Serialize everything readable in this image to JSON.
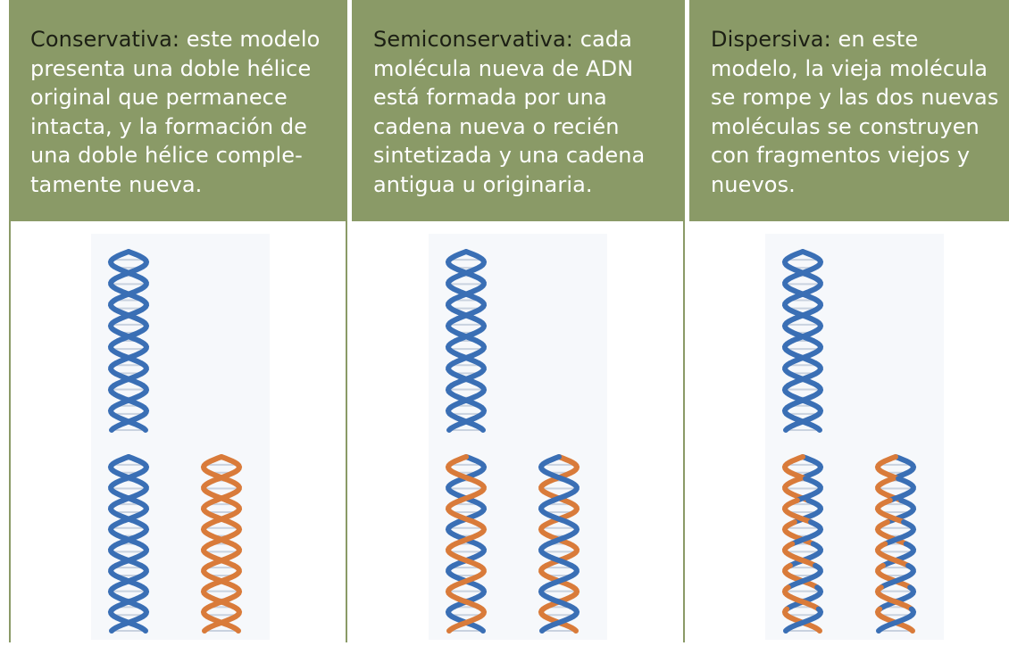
{
  "models": [
    {
      "term": "Conservativa:",
      "description": " este modelo presenta una doble hélice original que permanece intacta, y la formación de una doble hélice comple-tamente nueva.",
      "helices": {
        "parent": [
          "blue",
          "blue"
        ],
        "left_child": [
          "blue",
          "blue"
        ],
        "right_child": [
          "orange",
          "orange"
        ]
      }
    },
    {
      "term": "Semiconservativa:",
      "description": " cada molécula nueva de ADN está formada por una cadena nueva o recién sintetizada y una cadena antigua u originaria.",
      "helices": {
        "parent": [
          "blue",
          "blue"
        ],
        "left_child": [
          "blue",
          "orange"
        ],
        "right_child": [
          "orange",
          "blue"
        ]
      }
    },
    {
      "term": "Dispersiva:",
      "description": " en este modelo, la vieja molécula se rompe y las dos nuevas moléculas se construyen con fragmentos viejos y nuevos.",
      "helices": {
        "parent": [
          "blue",
          "blue"
        ],
        "left_child": [
          "mixed",
          "mixed"
        ],
        "right_child": [
          "mixed",
          "mixed"
        ]
      }
    }
  ],
  "colors": {
    "header_bg": "#8a9a67",
    "old_strand": "#3a6fb5",
    "new_strand": "#d97b3a",
    "term_text": "#1c1f14"
  }
}
